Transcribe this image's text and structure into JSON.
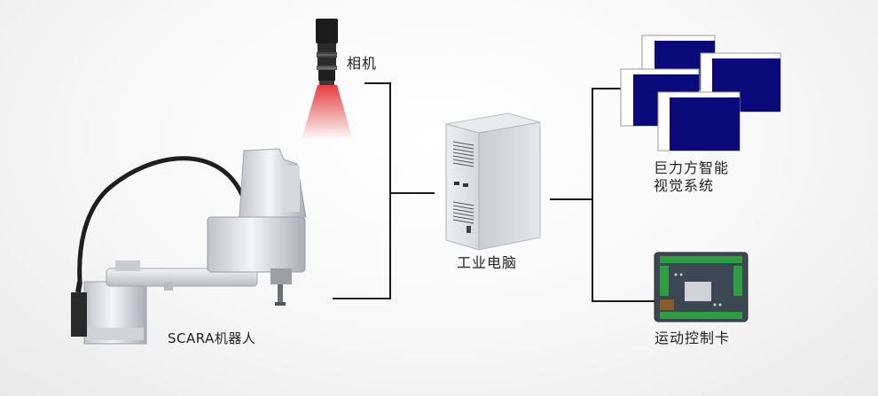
{
  "nodes": {
    "camera": {
      "label": "相机",
      "icon": "camera-icon"
    },
    "robot": {
      "label": "SCARA机器人",
      "icon": "scara-robot-icon"
    },
    "pc": {
      "label": "工业电脑",
      "icon": "industrial-pc-icon"
    },
    "vision": {
      "label_line1": "巨力方智能",
      "label_line2": "视觉系统",
      "icon": "vision-software-icon"
    },
    "motion": {
      "label": "运动控制卡",
      "icon": "motion-control-card-icon"
    }
  },
  "colors": {
    "connector": "#1a1a1a",
    "camera_beam": "#e53333",
    "software_window": "#0a0a7a"
  }
}
